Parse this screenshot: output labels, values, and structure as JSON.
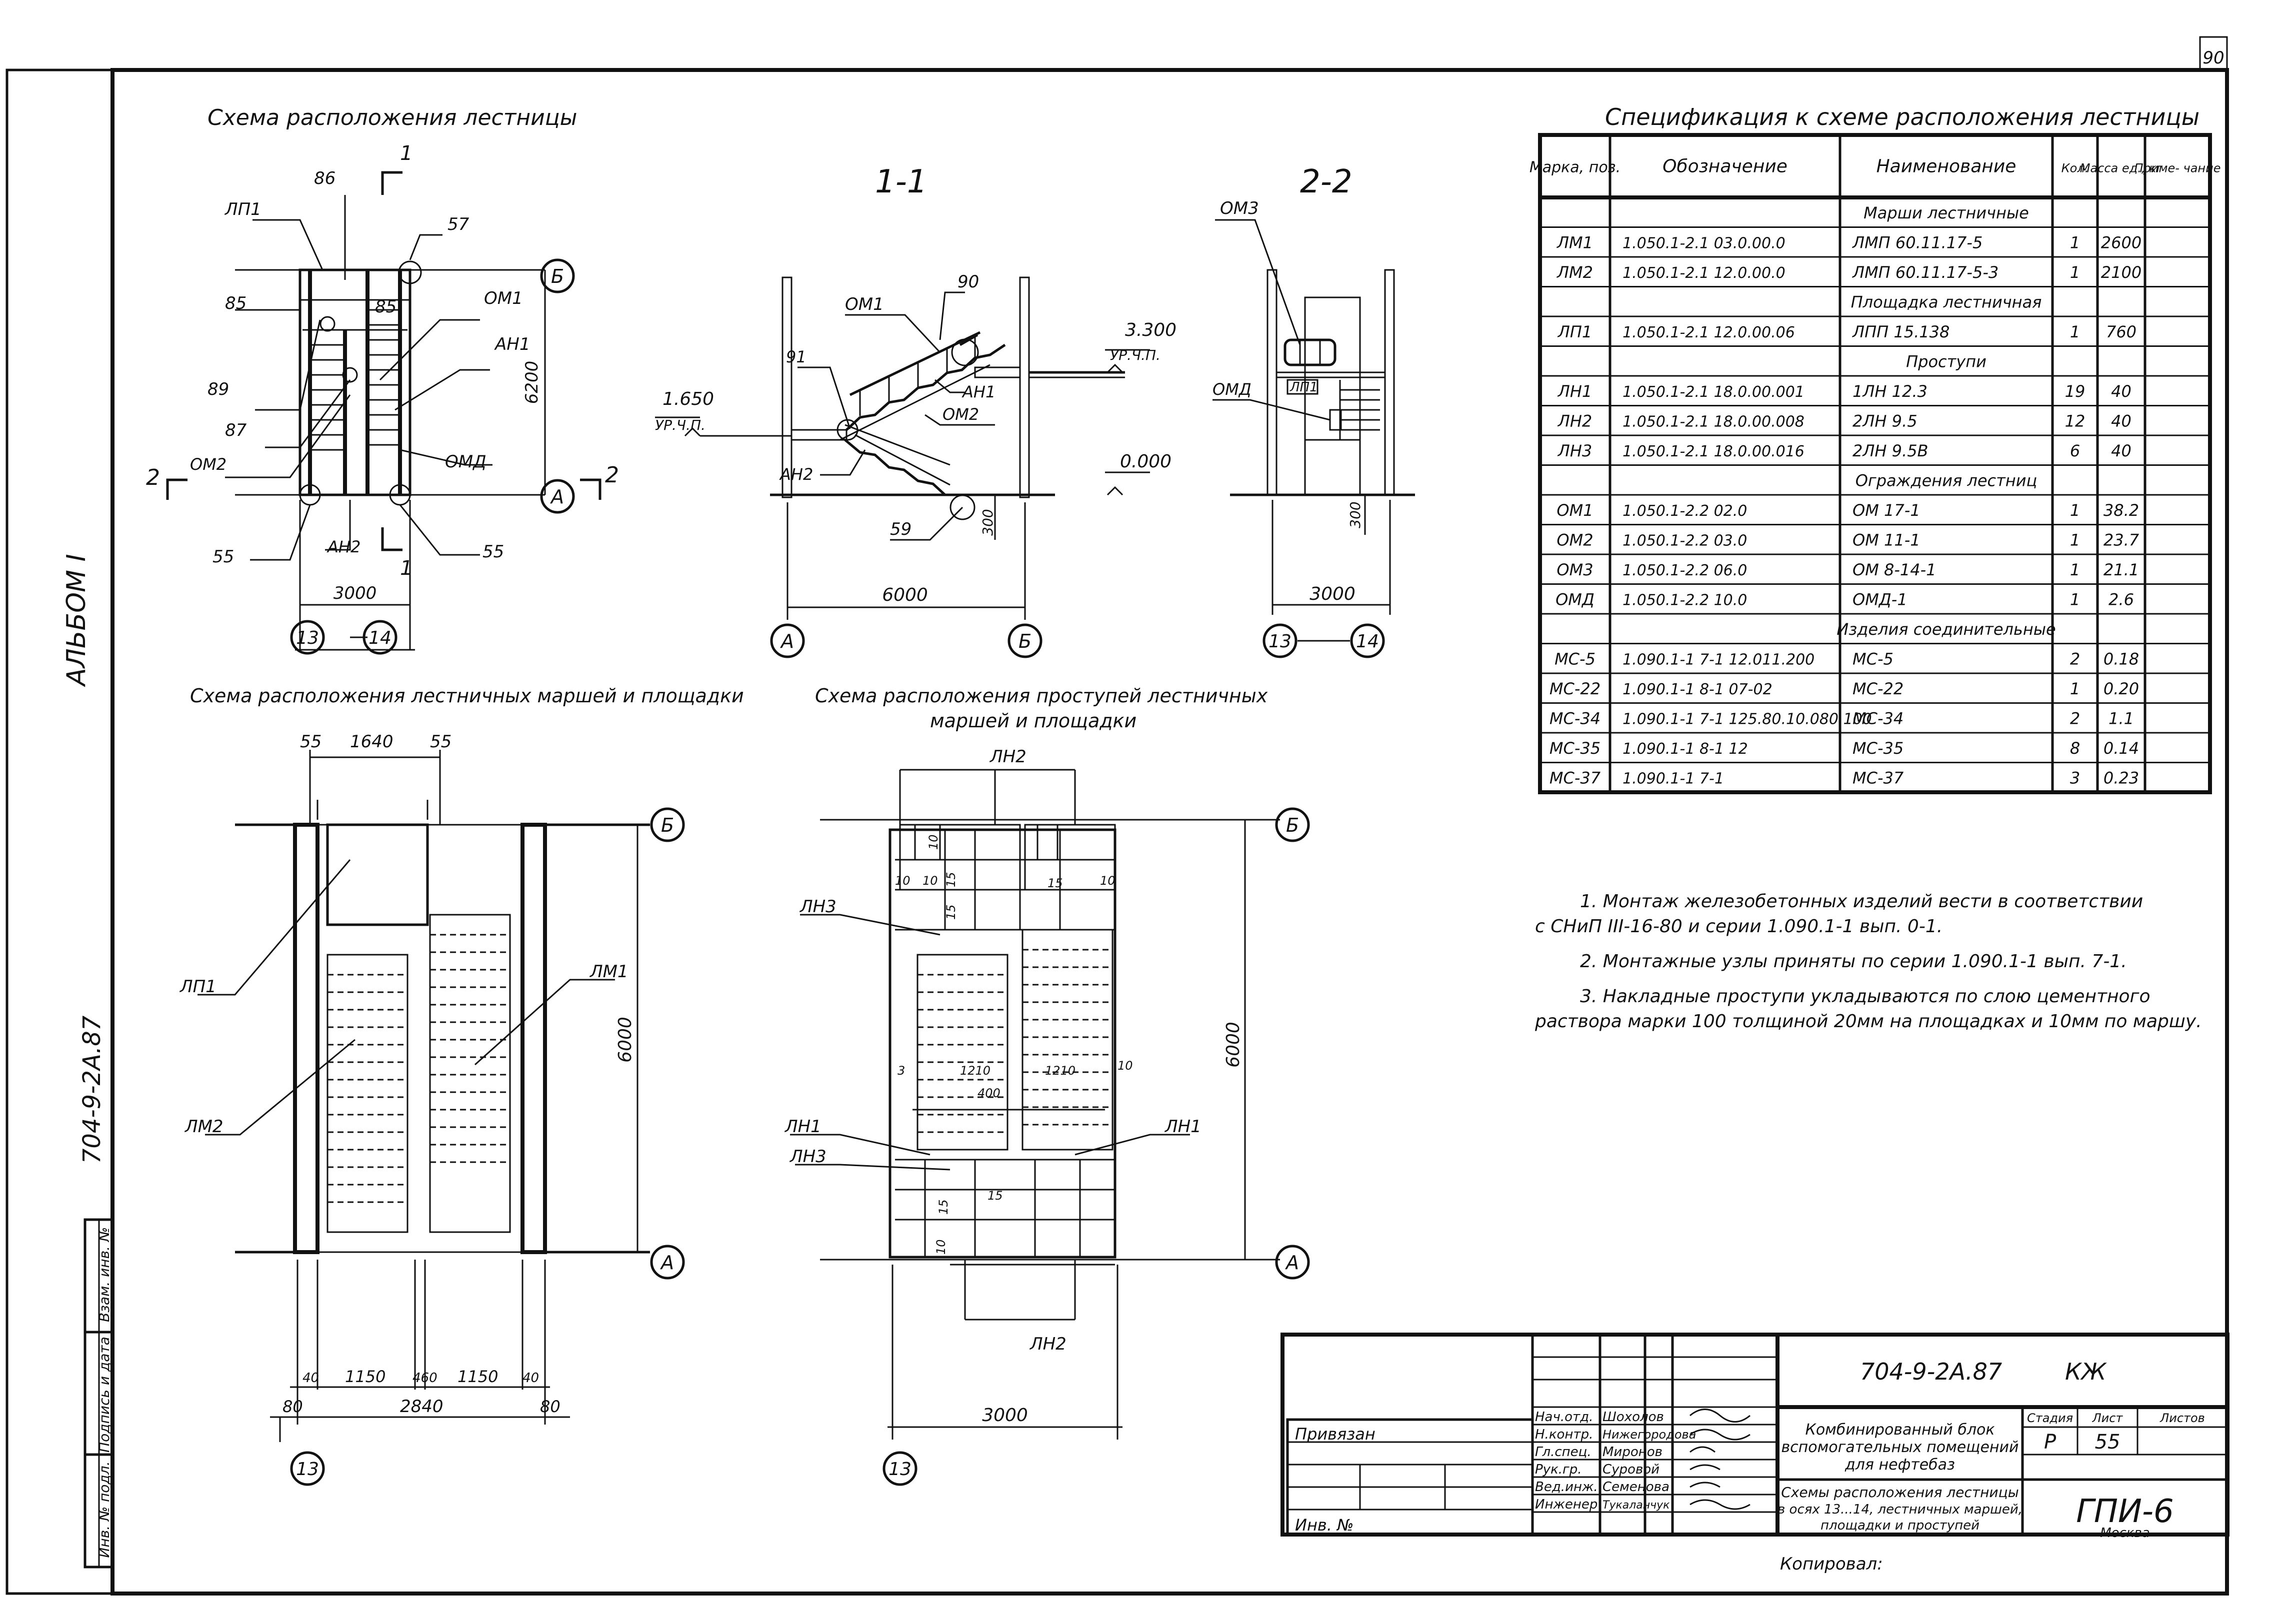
{
  "sheet_corner_number": "90",
  "side_stamps": {
    "album": "АЛЬБОМ I",
    "doc_code": "704-9-2А.87"
  },
  "side_block_labels": [
    "Инв. № подл.",
    "Подпись и дата",
    "Взам. инв. №"
  ],
  "views": {
    "plan": {
      "title": "Схема расположения лестницы",
      "labels": [
        "ЛП1",
        "86",
        "57",
        "85",
        "85",
        "ОМ1",
        "АН1",
        "89",
        "87",
        "ОМ2",
        "ОМД",
        "55",
        "АН2",
        "55"
      ],
      "cut1": "1",
      "cut2": "2",
      "dim_width": "3000",
      "dim_height": "6200",
      "axis_b": "Б",
      "axis_a": "А",
      "axis_13": "13",
      "axis_14": "14"
    },
    "section11": {
      "title": "1-1",
      "labels": [
        "ОМ1",
        "90",
        "91",
        "АН1",
        "ОМ2",
        "АН2",
        "59"
      ],
      "level_top": "3.300",
      "level_top_note": "УР.Ч.П.",
      "level_mid": "1.650",
      "level_mid_note": "УР.Ч.П.",
      "level_zero": "0.000",
      "dim_300": "300",
      "dim_width": "6000",
      "axis_a": "А",
      "axis_b": "Б"
    },
    "section22": {
      "title": "2-2",
      "labels": [
        "ОМ3",
        "ЛП1",
        "ОМД"
      ],
      "dim_300": "300",
      "dim_width": "3000",
      "axis_13": "13",
      "axis_14": "14"
    },
    "flights": {
      "title": "Схема расположения лестничных маршей и площадки",
      "top_dims": [
        "55",
        "1640",
        "55"
      ],
      "labels": [
        "ЛП1",
        "ЛМ2",
        "ЛМ1"
      ],
      "dim_height": "6000",
      "bottom_dims": [
        "40",
        "1150",
        "460",
        "1150",
        "40"
      ],
      "bottom_dims2": [
        "80",
        "2840",
        "80"
      ],
      "axis_b": "Б",
      "axis_a": "А",
      "axis_13": "13"
    },
    "treads": {
      "title_line1": "Схема расположения проступей лестничных",
      "title_line2": "маршей и площадки",
      "labels": [
        "ЛН2",
        "ЛН3",
        "ЛН1",
        "ЛН3",
        "ЛН1",
        "ЛН2"
      ],
      "small_dims": [
        "10",
        "10",
        "15",
        "15",
        "15",
        "10",
        "10",
        "1210",
        "1210",
        "400",
        "15",
        "15",
        "10",
        "10",
        "3"
      ],
      "dim_height": "6000",
      "dim_width": "3000",
      "axis_b": "Б",
      "axis_a": "А",
      "axis_13": "13"
    }
  },
  "spec_table": {
    "title": "Спецификация к схеме расположения лестницы",
    "headers": [
      "Марка, поз.",
      "Обозначение",
      "Наименование",
      "Кол.",
      "Масса ед., кг",
      "Приме- чание"
    ],
    "rows": [
      {
        "group": "Марши лестничные"
      },
      {
        "cells": [
          "ЛМ1",
          "1.050.1-2.1 03.0.00.0",
          "ЛМП 60.11.17-5",
          "1",
          "2600",
          ""
        ]
      },
      {
        "cells": [
          "ЛМ2",
          "1.050.1-2.1 12.0.00.0",
          "ЛМП 60.11.17-5-3",
          "1",
          "2100",
          ""
        ]
      },
      {
        "group": "Площадка лестничная"
      },
      {
        "cells": [
          "ЛП1",
          "1.050.1-2.1 12.0.00.06",
          "ЛПП 15.138",
          "1",
          "760",
          ""
        ]
      },
      {
        "group": "Проступи"
      },
      {
        "cells": [
          "ЛН1",
          "1.050.1-2.1 18.0.00.001",
          "1ЛН 12.3",
          "19",
          "40",
          ""
        ]
      },
      {
        "cells": [
          "ЛН2",
          "1.050.1-2.1 18.0.00.008",
          "2ЛН 9.5",
          "12",
          "40",
          ""
        ]
      },
      {
        "cells": [
          "ЛН3",
          "1.050.1-2.1 18.0.00.016",
          "2ЛН 9.5В",
          "6",
          "40",
          ""
        ]
      },
      {
        "group": "Ограждения лестниц"
      },
      {
        "cells": [
          "ОМ1",
          "1.050.1-2.2 02.0",
          "ОМ 17-1",
          "1",
          "38.2",
          ""
        ]
      },
      {
        "cells": [
          "ОМ2",
          "1.050.1-2.2 03.0",
          "ОМ 11-1",
          "1",
          "23.7",
          ""
        ]
      },
      {
        "cells": [
          "ОМ3",
          "1.050.1-2.2 06.0",
          "ОМ 8-14-1",
          "1",
          "21.1",
          ""
        ]
      },
      {
        "cells": [
          "ОМД",
          "1.050.1-2.2 10.0",
          "ОМД-1",
          "1",
          "2.6",
          ""
        ]
      },
      {
        "group": "Изделия соединительные"
      },
      {
        "cells": [
          "МС-5",
          "1.090.1-1 7-1 12.011.200",
          "МС-5",
          "2",
          "0.18",
          ""
        ]
      },
      {
        "cells": [
          "МС-22",
          "1.090.1-1 8-1 07-02",
          "МС-22",
          "1",
          "0.20",
          ""
        ]
      },
      {
        "cells": [
          "МС-34",
          "1.090.1-1 7-1 125.80.10.080.100",
          "МС-34",
          "2",
          "1.1",
          ""
        ]
      },
      {
        "cells": [
          "МС-35",
          "1.090.1-1 8-1 12",
          "МС-35",
          "8",
          "0.14",
          ""
        ]
      },
      {
        "cells": [
          "МС-37",
          "1.090.1-1 7-1",
          "МС-37",
          "3",
          "0.23",
          ""
        ]
      }
    ]
  },
  "notes": [
    "1. Монтаж железобетонных изделий вести в соответствии",
    "с СНиП III-16-80 и серии 1.090.1-1 вып. 0-1.",
    "2. Монтажные узлы приняты по серии 1.090.1-1 вып. 7-1.",
    "3. Накладные проступи укладываются по слою цементного",
    "раствора марки 100 толщиной 20мм на площадках и 10мм по маршу."
  ],
  "title_block": {
    "privyazan": "Привязан",
    "inv_no": "Инв. №",
    "roles": [
      "Нач.отд.",
      "Н.контр.",
      "Гл.спец.",
      "Рук.гр.",
      "Вед.инж.",
      "Инженер"
    ],
    "names": [
      "Шохолов",
      "Нижегородова",
      "Миронов",
      "Суровой",
      "Семенова",
      "Тукаланчук"
    ],
    "code": "704-9-2А.87",
    "mark": "КЖ",
    "project": [
      "Комбинированный блок",
      "вспомогательных помещений",
      "для нефтебаз"
    ],
    "sheet_title": [
      "Схемы расположения лестницы",
      "в осях 13...14, лестничных маршей,",
      "площадки и проступей"
    ],
    "stage_label": "Стадия",
    "sheet_label": "Лист",
    "sheets_label": "Листов",
    "stage": "Р",
    "sheet": "55",
    "org": "ГПИ-6",
    "city": "Москва",
    "copied": "Копировал:"
  }
}
